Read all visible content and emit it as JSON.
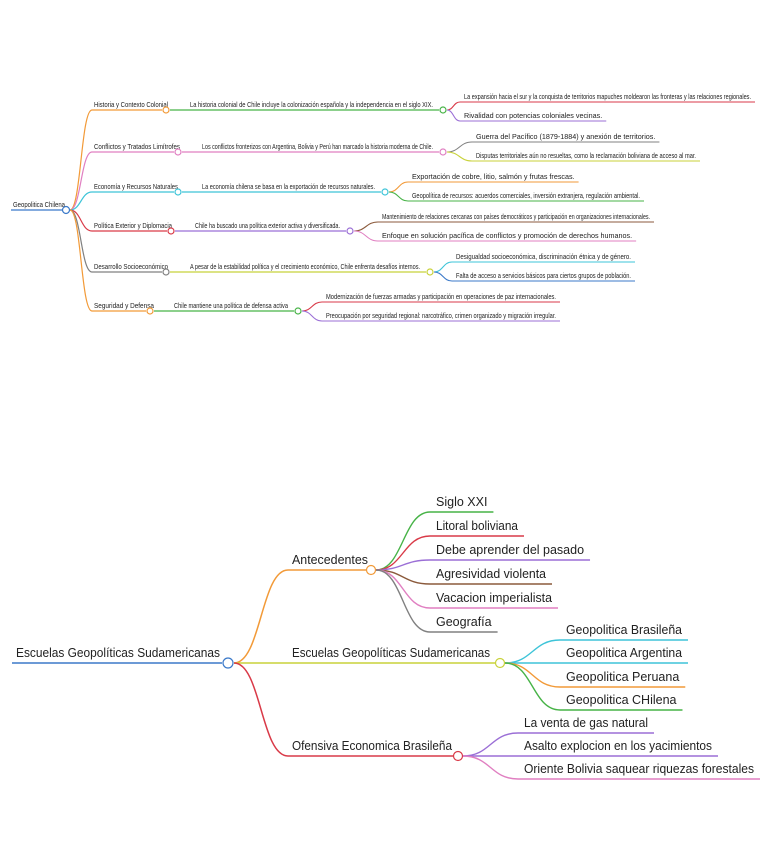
{
  "colors": {
    "root_line": "#3b79c9",
    "orange": "#f29a38",
    "pink": "#e07fc1",
    "cyan": "#3ec4d8",
    "red": "#d93a48",
    "purple": "#9b6fd6",
    "green": "#47b347",
    "brown": "#8b5a3c",
    "gray": "#808080",
    "yellow": "#c8d23a"
  },
  "mindmap_1": {
    "root": "Geopolitica Chilena",
    "branches": [
      {
        "label": "Historia y Contexto Colonial",
        "color_key": "orange",
        "summary": "La historia colonial de Chile incluye la colonización española y la independencia en el siglo XIX.",
        "summary_color_key": "green",
        "details": [
          {
            "text": "La expansión hacia el sur y la conquista de territorios mapuches moldearon las fronteras y las relaciones regionales.",
            "color_key": "red"
          },
          {
            "text": "Rivalidad con potencias coloniales vecinas.",
            "color_key": "purple"
          }
        ]
      },
      {
        "label": "Conflictos y Tratados Limítrofes",
        "color_key": "pink",
        "summary": "Los conflictos fronterizos con Argentina, Bolivia y Perú han marcado la historia moderna de Chile.",
        "summary_color_key": "pink",
        "details": [
          {
            "text": "Guerra del Pacífico (1879-1884) y anexión de territorios.",
            "color_key": "gray"
          },
          {
            "text": "Disputas territoriales aún no resueltas, como la reclamación boliviana de acceso al mar.",
            "color_key": "yellow"
          }
        ]
      },
      {
        "label": "Economía y Recursos Naturales",
        "color_key": "cyan",
        "summary": "La economía chilena se basa en la exportación de recursos naturales.",
        "summary_color_key": "cyan",
        "details": [
          {
            "text": "Exportación de cobre, litio, salmón y frutas frescas.",
            "color_key": "orange"
          },
          {
            "text": "Geopolítica de recursos: acuerdos comerciales, inversión extranjera, regulación ambiental.",
            "color_key": "green"
          }
        ]
      },
      {
        "label": "Política Exterior y Diplomacia",
        "color_key": "red",
        "summary": "Chile ha buscado una política exterior activa y diversificada.",
        "summary_color_key": "purple",
        "details": [
          {
            "text": "Mantenimiento de relaciones cercanas con países democráticos y participación en organizaciones internacionales.",
            "color_key": "brown"
          },
          {
            "text": "Enfoque en solución pacífica de conflictos y promoción de derechos humanos.",
            "color_key": "pink"
          }
        ]
      },
      {
        "label": "Desarrollo Socioeconómico",
        "color_key": "gray",
        "summary": "A pesar de la estabilidad política y el crecimiento económico, Chile enfrenta desafíos internos.",
        "summary_color_key": "yellow",
        "details": [
          {
            "text": "Desigualdad socioeconómica, discriminación étnica y de género.",
            "color_key": "cyan"
          },
          {
            "text": "Falta de acceso a servicios básicos para ciertos grupos de población.",
            "color_key": "root_line"
          }
        ]
      },
      {
        "label": "Seguridad y Defensa",
        "color_key": "orange",
        "summary": "Chile mantiene una política de defensa activa",
        "summary_color_key": "green",
        "details": [
          {
            "text": "Modernización de fuerzas armadas y participación en operaciones de paz internacionales.",
            "color_key": "red"
          },
          {
            "text": "Preocupación por seguridad regional: narcotráfico, crimen organizado y migración irregular.",
            "color_key": "purple"
          }
        ]
      }
    ]
  },
  "mindmap_2": {
    "root": "Escuelas Geopolíticas Sudamericanas",
    "branches": [
      {
        "label": "Antecedentes",
        "color_key": "orange",
        "children": [
          {
            "text": "Siglo XXI",
            "color_key": "green"
          },
          {
            "text": "Litoral boliviana",
            "color_key": "red"
          },
          {
            "text": "Debe aprender del pasado",
            "color_key": "purple"
          },
          {
            "text": "Agresividad violenta",
            "color_key": "brown"
          },
          {
            "text": "Vacacion imperialista",
            "color_key": "pink"
          },
          {
            "text": "Geografía",
            "color_key": "gray"
          }
        ]
      },
      {
        "label": "Escuelas Geopolíticas Sudamericanas",
        "color_key": "yellow",
        "children": [
          {
            "text": "Geopolitica Brasileña",
            "color_key": "cyan"
          },
          {
            "text": "Geopolitica Argentina",
            "color_key": "cyan"
          },
          {
            "text": "Geopolitica Peruana",
            "color_key": "orange"
          },
          {
            "text": "Geopolitica CHilena",
            "color_key": "green"
          }
        ]
      },
      {
        "label": "Ofensiva Economica Brasileña",
        "color_key": "red",
        "children": [
          {
            "text": "La venta de gas natural",
            "color_key": "purple"
          },
          {
            "text": "Asalto explocion en los yacimientos",
            "color_key": "purple"
          },
          {
            "text": "Oriente Bolivia saquear riquezas forestales",
            "color_key": "pink"
          }
        ]
      }
    ]
  }
}
